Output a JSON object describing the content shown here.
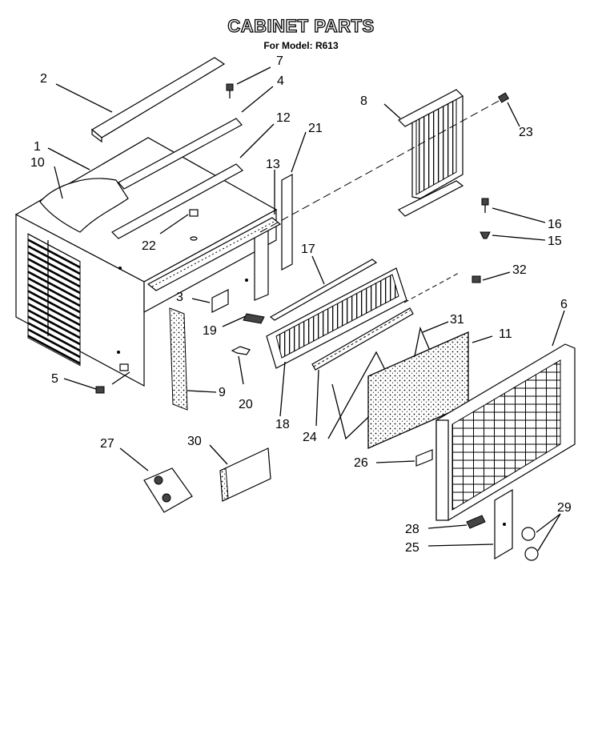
{
  "title": "CABINET PARTS",
  "subtitle": "For Model: R613",
  "callouts": [
    "1",
    "2",
    "3",
    "4",
    "5",
    "6",
    "7",
    "8",
    "9",
    "10",
    "11",
    "12",
    "13",
    "15",
    "16",
    "17",
    "18",
    "19",
    "20",
    "21",
    "22",
    "23",
    "24",
    "25",
    "26",
    "27",
    "28",
    "29",
    "30",
    "31",
    "32"
  ]
}
